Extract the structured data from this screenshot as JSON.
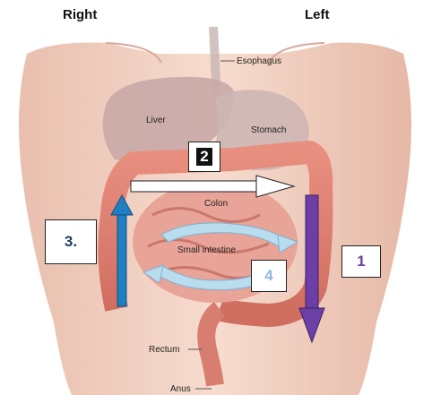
{
  "orientation": {
    "right": "Right",
    "left": "Left"
  },
  "organs": {
    "esophagus": "Esophagus",
    "liver": "Liver",
    "stomach": "Stomach",
    "colon": "Colon",
    "small_intestine": "Small intestine",
    "rectum": "Rectum",
    "anus": "Anus"
  },
  "markers": {
    "one": {
      "text": "1",
      "color": "#6a3fa0"
    },
    "two": {
      "text": "2",
      "color": "#ffffff"
    },
    "three": {
      "text": "3.",
      "color": "#1f3a5f"
    },
    "four": {
      "text": "4",
      "color": "#8fb8d8"
    }
  },
  "arrows": {
    "descending": {
      "color": "#6b3fa6",
      "direction": "down"
    },
    "transverse": {
      "color": "#ffffff",
      "direction": "right"
    },
    "ascending": {
      "color": "#1e7fc2",
      "direction": "up"
    },
    "small_intestine": {
      "color": "#b9dcef",
      "direction": "circular"
    }
  }
}
